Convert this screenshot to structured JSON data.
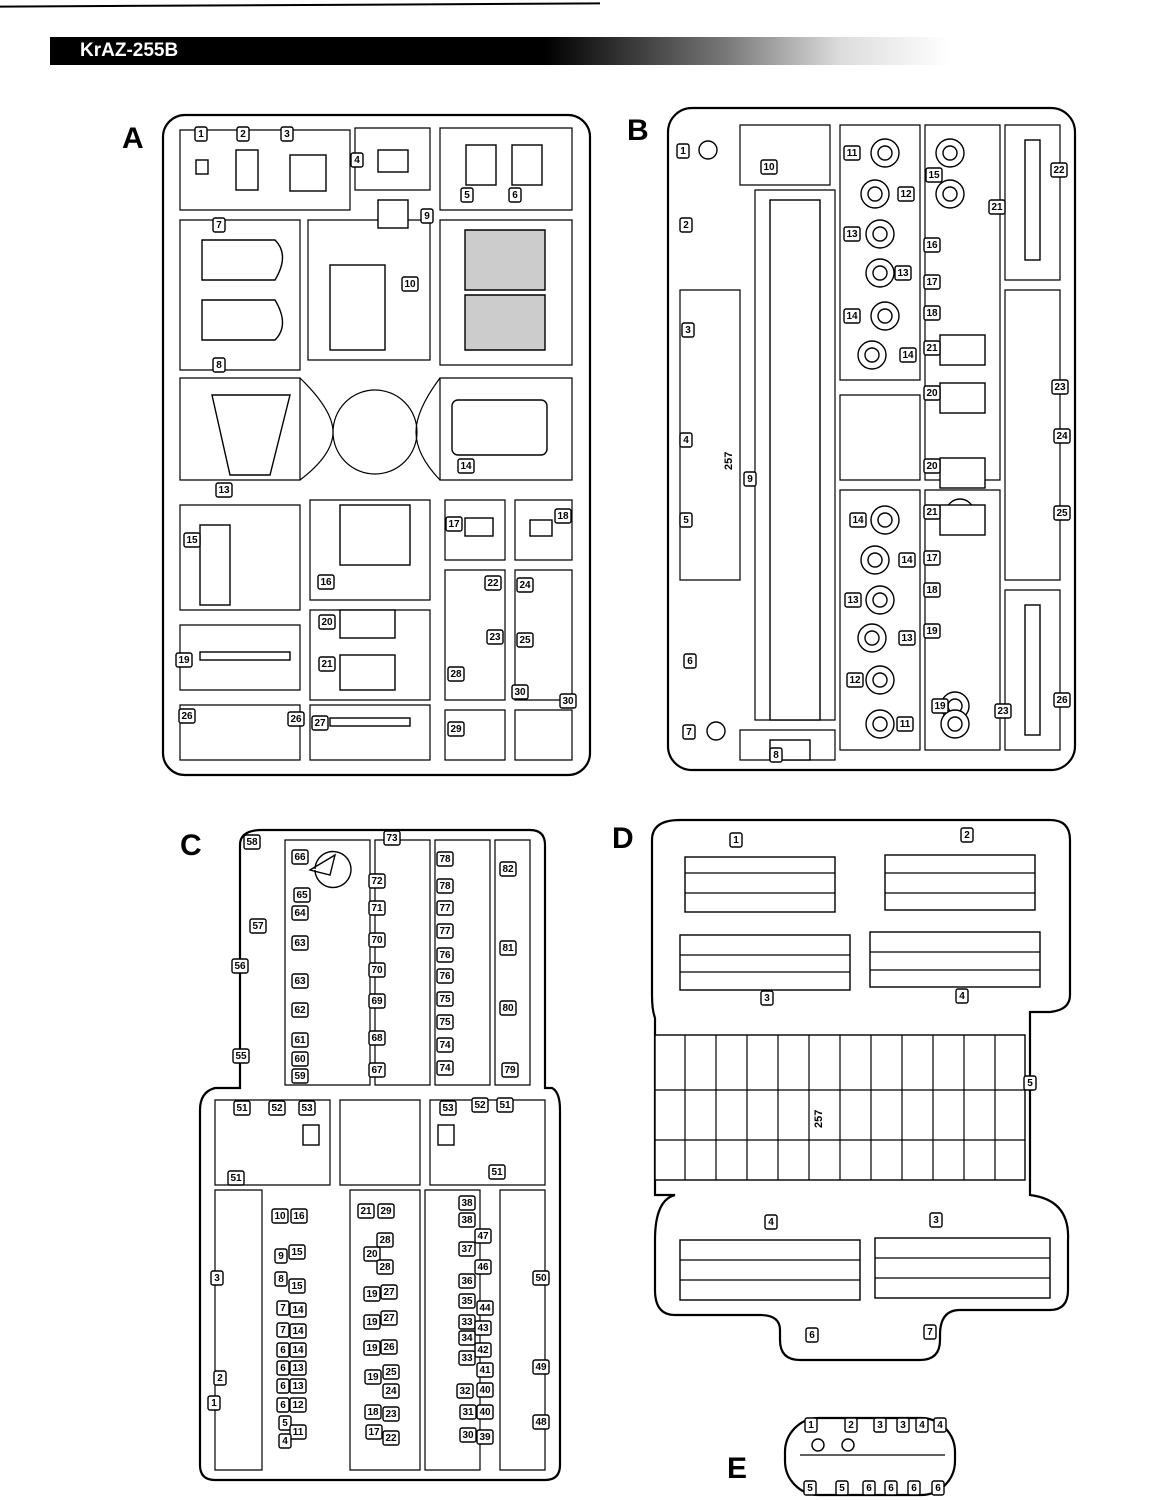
{
  "header": {
    "title": "KrAZ-255B"
  },
  "sprues": [
    {
      "letter": "A",
      "parts": [
        "1",
        "2",
        "3",
        "4",
        "5",
        "6",
        "9",
        "7",
        "10",
        "8",
        "13",
        "14",
        "15",
        "16",
        "17",
        "18",
        "22",
        "24",
        "23",
        "25",
        "20",
        "21",
        "19",
        "28",
        "29",
        "30",
        "30",
        "26",
        "26",
        "27"
      ]
    },
    {
      "letter": "B",
      "emboss": "257",
      "parts": [
        "1",
        "10",
        "11",
        "15",
        "22",
        "12",
        "21",
        "2",
        "13",
        "16",
        "13",
        "17",
        "14",
        "18",
        "14",
        "3",
        "21",
        "23",
        "20",
        "24",
        "4",
        "9",
        "20",
        "21",
        "25",
        "14",
        "5",
        "14",
        "17",
        "13",
        "18",
        "19",
        "13",
        "6",
        "12",
        "19",
        "23",
        "26",
        "11",
        "7",
        "8"
      ]
    },
    {
      "letter": "C",
      "parts": [
        "58",
        "73",
        "66",
        "78",
        "82",
        "72",
        "78",
        "65",
        "57",
        "64",
        "71",
        "77",
        "63",
        "70",
        "77",
        "81",
        "56",
        "63",
        "70",
        "76",
        "76",
        "69",
        "75",
        "80",
        "62",
        "75",
        "68",
        "61",
        "74",
        "55",
        "60",
        "67",
        "74",
        "79",
        "59",
        "51",
        "52",
        "53",
        "53",
        "52",
        "51",
        "51",
        "51",
        "10",
        "16",
        "21",
        "29",
        "38",
        "38",
        "15",
        "9",
        "20",
        "28",
        "37",
        "47",
        "3",
        "8",
        "15",
        "28",
        "46",
        "36",
        "50",
        "7",
        "14",
        "27",
        "35",
        "44",
        "19",
        "19",
        "27",
        "33",
        "43",
        "7",
        "14",
        "6",
        "14",
        "26",
        "19",
        "34",
        "42",
        "33",
        "2",
        "6",
        "13",
        "25",
        "19",
        "41",
        "49",
        "6",
        "13",
        "24",
        "32",
        "40",
        "1",
        "6",
        "12",
        "18",
        "23",
        "31",
        "40",
        "5",
        "11",
        "48",
        "17",
        "22",
        "30",
        "39",
        "4"
      ]
    },
    {
      "letter": "D",
      "emboss": "257",
      "parts": [
        "1",
        "2",
        "3",
        "4",
        "5",
        "4",
        "3",
        "6",
        "7"
      ]
    },
    {
      "letter": "E",
      "parts": [
        "1",
        "2",
        "3",
        "3",
        "4",
        "4",
        "5",
        "5",
        "6",
        "6",
        "6",
        "6"
      ]
    }
  ]
}
